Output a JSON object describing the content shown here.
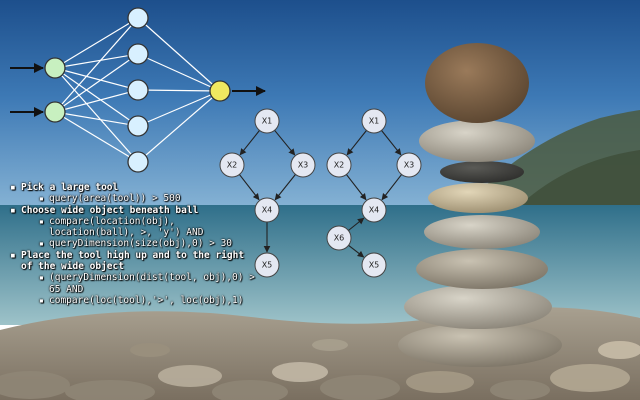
{
  "graph_left": {
    "nodes": [
      {
        "id": "X1",
        "label": "X1"
      },
      {
        "id": "X2",
        "label": "X2"
      },
      {
        "id": "X3",
        "label": "X3"
      },
      {
        "id": "X4",
        "label": "X4"
      },
      {
        "id": "X5",
        "label": "X5"
      }
    ],
    "edges": [
      [
        "X1",
        "X2"
      ],
      [
        "X1",
        "X3"
      ],
      [
        "X2",
        "X4"
      ],
      [
        "X3",
        "X4"
      ],
      [
        "X4",
        "X5"
      ]
    ]
  },
  "graph_right": {
    "nodes": [
      {
        "id": "X1",
        "label": "X1"
      },
      {
        "id": "X2",
        "label": "X2"
      },
      {
        "id": "X3",
        "label": "X3"
      },
      {
        "id": "X4",
        "label": "X4"
      },
      {
        "id": "X6",
        "label": "X6"
      },
      {
        "id": "X5",
        "label": "X5"
      }
    ],
    "edges": [
      [
        "X1",
        "X2"
      ],
      [
        "X1",
        "X3"
      ],
      [
        "X2",
        "X4"
      ],
      [
        "X3",
        "X4"
      ],
      [
        "X6",
        "X4"
      ],
      [
        "X6",
        "X5"
      ]
    ]
  },
  "neural_net": {
    "input_count": 2,
    "hidden_count": 5,
    "output_count": 1,
    "colors": {
      "input": "#c8f0c0",
      "hidden": "#d8f0ff",
      "output": "#f0e860"
    }
  },
  "steps": [
    {
      "label": "Pick a large tool",
      "items": [
        "query(area(tool)) > 500"
      ]
    },
    {
      "label": "Choose wide object beneath ball",
      "items": [
        "compare(location(obj), location(ball), >, 'y') AND",
        "queryDimension(size(obj),0) > 30"
      ]
    },
    {
      "label": "Place the tool high up and to the right of the wide object",
      "items": [
        "(queryDimension(dist(tool, obj),0) > 65 AND",
        "compare(loc(tool),'>', loc(obj),1)"
      ]
    }
  ]
}
